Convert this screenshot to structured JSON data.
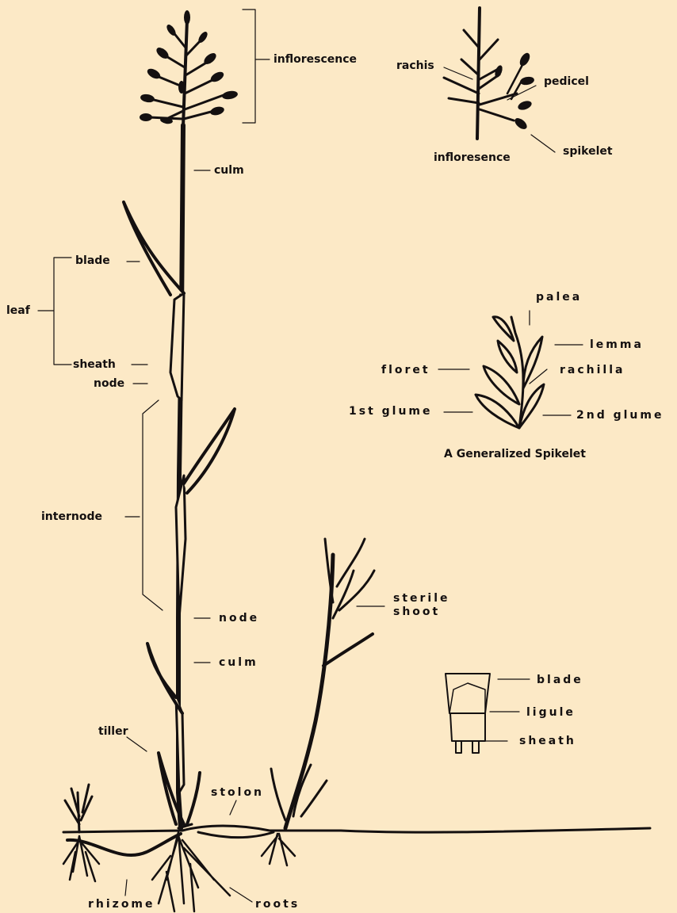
{
  "labels": {
    "inflorescence": "inflorescence",
    "culm_top": "culm",
    "blade": "blade",
    "leaf": "leaf",
    "sheath": "sheath",
    "node_upper": "node",
    "internode": "internode",
    "node_lower": "node",
    "culm_lower": "culm",
    "tiller": "tiller",
    "stolon": "stolon",
    "rhizome": "rhizome",
    "roots": "roots",
    "sterile_shoot_line1": "sterile",
    "sterile_shoot_line2": "shoot"
  },
  "inflorescence_detail": {
    "rachis": "rachis",
    "pedicel": "pedicel",
    "spikelet": "spikelet",
    "caption": "infloresence"
  },
  "spikelet_detail": {
    "palea": "palea",
    "lemma": "lemma",
    "floret": "floret",
    "rachilla": "rachilla",
    "first_glume": "1st glume",
    "second_glume": "2nd glume",
    "caption": "A Generalized Spikelet"
  },
  "ligule_detail": {
    "blade": "blade",
    "ligule": "ligule",
    "sheath": "sheath"
  },
  "colors": {
    "background": "#fce9c6",
    "ink": "#141010"
  }
}
